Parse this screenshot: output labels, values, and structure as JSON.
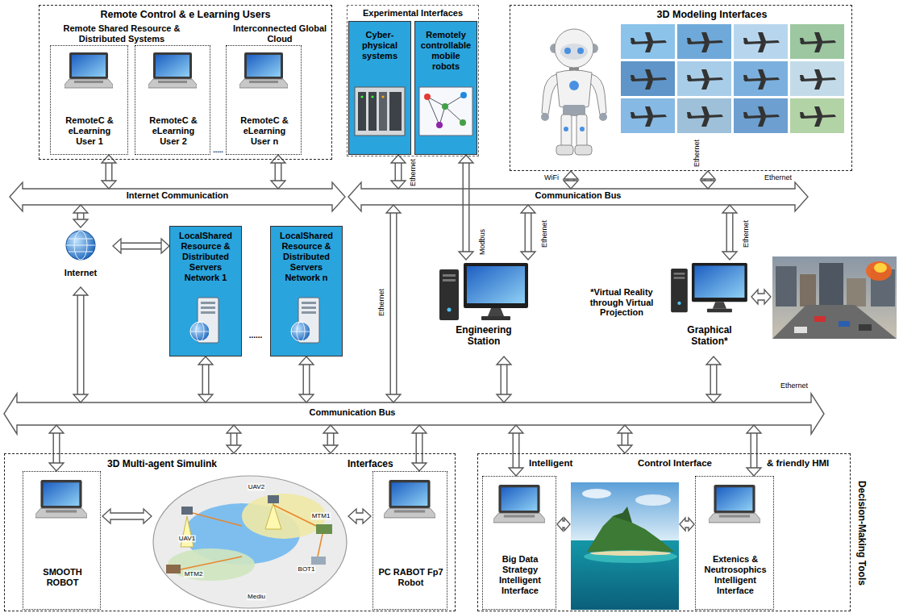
{
  "diagram": {
    "nodes": [
      {
        "text": [
          "Remote Control & e Learning Users",
          "Remote Shared Resource & Distributed Systems",
          "Interconnected Global Cloud"
        ]
      },
      {
        "text": [
          "RemoteC & eLearning User 1"
        ],
        "in": 0
      },
      {
        "text": [
          "RemoteC & eLearning User 2"
        ],
        "in": 0
      },
      {
        "text": [
          "RemoteC & eLearning User n"
        ],
        "in": 0
      },
      {
        "text": [
          "Experimental Interfaces"
        ]
      },
      {
        "text": [
          "Cyber-physical systems"
        ],
        "in": 4
      },
      {
        "text": [
          "Remotely controllable mobile robots"
        ],
        "in": 4
      },
      {
        "text": [
          "3D Modeling Interfaces"
        ]
      },
      {
        "text": [
          "Internet Communication"
        ]
      },
      {
        "text": [
          "Communication Bus"
        ]
      },
      {
        "text": [
          "Internet"
        ]
      },
      {
        "text": [
          "LocalShared Resource & Distributed Servers Network 1"
        ]
      },
      {
        "text": [
          "LocalShared Resource & Distributed Servers Network n"
        ]
      },
      {
        "text": [
          "Engineering Station"
        ]
      },
      {
        "text": [
          "Graphical Station*"
        ]
      },
      {
        "text": [
          "Communication Bus"
        ]
      },
      {
        "text": [
          "3D Multi-agent Simulink",
          "Interfaces"
        ]
      },
      {
        "text": [
          "SMOOTH ROBOT"
        ],
        "in": 16
      },
      {
        "text": [
          "PC RABOT Fp7 Robot"
        ],
        "in": 16
      },
      {
        "text": [
          "Intelligent",
          "Control Interface",
          "& friendly HMI",
          "Decision-Making Tools"
        ]
      },
      {
        "text": [
          "Big Data Strategy Intelligent Interface"
        ],
        "in": 19
      },
      {
        "text": [
          "Extenics & Neutrosophics Intelligent Interface"
        ],
        "in": 19
      }
    ],
    "edges": [
      {
        "from": 1,
        "to": 8,
        "arrow": "both"
      },
      {
        "from": 3,
        "to": 8,
        "arrow": "both"
      },
      {
        "from": 5,
        "to": 9,
        "arrow": "both",
        "label": "Ethernet"
      },
      {
        "from": 6,
        "to": 13,
        "arrow": "both",
        "label": "Modbus"
      },
      {
        "from": 7,
        "to": 9,
        "arrow": "both",
        "label": "WiFi"
      },
      {
        "from": 7,
        "to": 9,
        "arrow": "both",
        "label": "Ethernet"
      },
      {
        "from": 8,
        "to": 10,
        "arrow": "both"
      },
      {
        "from": 10,
        "to": 11,
        "arrow": "both"
      },
      {
        "from": 10,
        "to": 15,
        "arrow": "both"
      },
      {
        "from": 9,
        "to": 13,
        "arrow": "both",
        "label": "Ethernet"
      },
      {
        "from": 9,
        "to": 14,
        "arrow": "both",
        "label": "Ethernet"
      },
      {
        "from": 9,
        "to": 15,
        "arrow": "both",
        "label": "Ethernet"
      },
      {
        "from": 11,
        "to": 15,
        "arrow": "both"
      },
      {
        "from": 12,
        "to": 15,
        "arrow": "both"
      },
      {
        "from": 13,
        "to": 15,
        "arrow": "both"
      },
      {
        "from": 14,
        "to": 15,
        "arrow": "both"
      },
      {
        "from": 15,
        "to": 17,
        "arrow": "both"
      },
      {
        "from": 15,
        "to": 16,
        "arrow": "both"
      },
      {
        "from": 15,
        "to": 16,
        "arrow": "both"
      },
      {
        "from": 15,
        "to": 18,
        "arrow": "both"
      },
      {
        "from": 15,
        "to": 20,
        "arrow": "both"
      },
      {
        "from": 15,
        "to": 19,
        "arrow": "both"
      },
      {
        "from": 15,
        "to": 21,
        "arrow": "both"
      }
    ],
    "labels": [
      ".....",
      "Ethernet",
      "*Virtual Reality through Virtual Projection",
      "......",
      "Ethernet",
      "UAV2",
      "UAV1",
      "MTM1",
      "BOT1",
      "MTM2",
      "Mediu"
    ]
  }
}
